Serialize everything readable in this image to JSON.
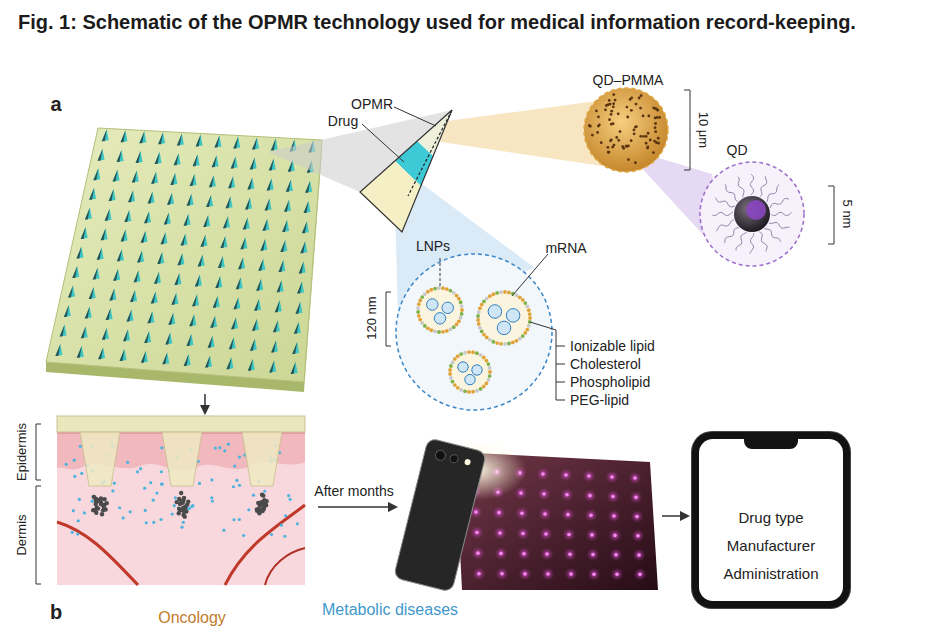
{
  "diagram": {
    "title": "Fig. 1: Schematic of the OPMR technology used for medical information record-keeping.",
    "nodes": [
      {
        "text": [
          "Drug type",
          "Manufacturer",
          "Administration"
        ]
      }
    ],
    "labels": [
      "a",
      "OPMR",
      "Drug",
      "QD–PMMA",
      "10 μm",
      "QD",
      "5 nm",
      "LNPs",
      "mRNA",
      "120 nm",
      "Ionizable lipid",
      "Cholesterol",
      "Phospholipid",
      "PEG-lipid",
      "Epidermis",
      "Dermis",
      "After months",
      "b",
      "Oncology",
      "Metabolic diseases"
    ]
  }
}
